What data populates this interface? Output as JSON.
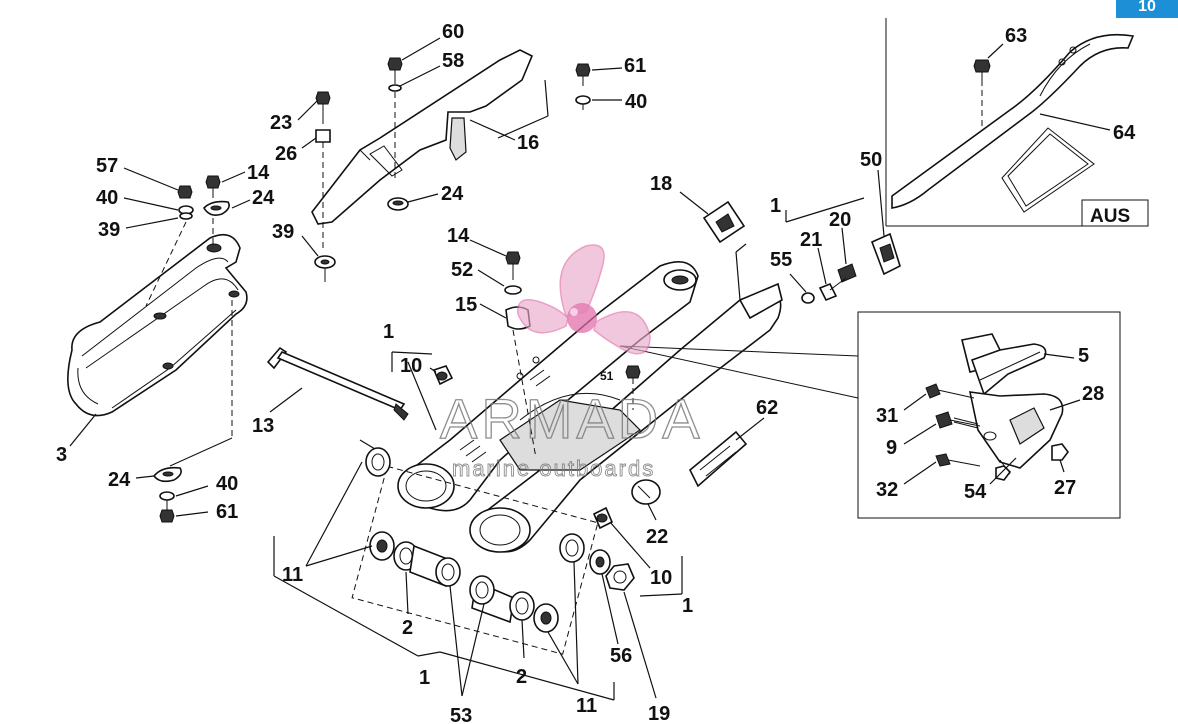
{
  "page": {
    "number": "10"
  },
  "watermark": {
    "brand": "ARMADA",
    "tagline": "marine outboards",
    "logo_color": "#e06aa8"
  },
  "inset_aus": {
    "region_label": "AUS"
  },
  "callouts": {
    "c60": "60",
    "c58": "58",
    "c61a": "61",
    "c40a": "40",
    "c23": "23",
    "c26": "26",
    "c16": "16",
    "c24a": "24",
    "c39a": "39",
    "c57": "57",
    "c14a": "14",
    "c40b": "40",
    "c24b": "24",
    "c39b": "39",
    "c3": "3",
    "c24c": "24",
    "c40c": "40",
    "c61b": "61",
    "c13": "13",
    "c1a": "1",
    "c10a": "10",
    "c14b": "14",
    "c52": "52",
    "c15": "15",
    "c51": "51",
    "c18": "18",
    "c1b": "1",
    "c55": "55",
    "c21": "21",
    "c20": "20",
    "c50": "50",
    "c62": "62",
    "c22": "22",
    "c10b": "10",
    "c1c": "1",
    "c11a": "11",
    "c2a": "2",
    "c53": "53",
    "c1d": "1",
    "c2b": "2",
    "c11b": "11",
    "c56": "56",
    "c19": "19",
    "c63": "63",
    "c64": "64",
    "c5": "5",
    "c28": "28",
    "c31": "31",
    "c9": "9",
    "c32": "32",
    "c54": "54",
    "c27": "27"
  }
}
